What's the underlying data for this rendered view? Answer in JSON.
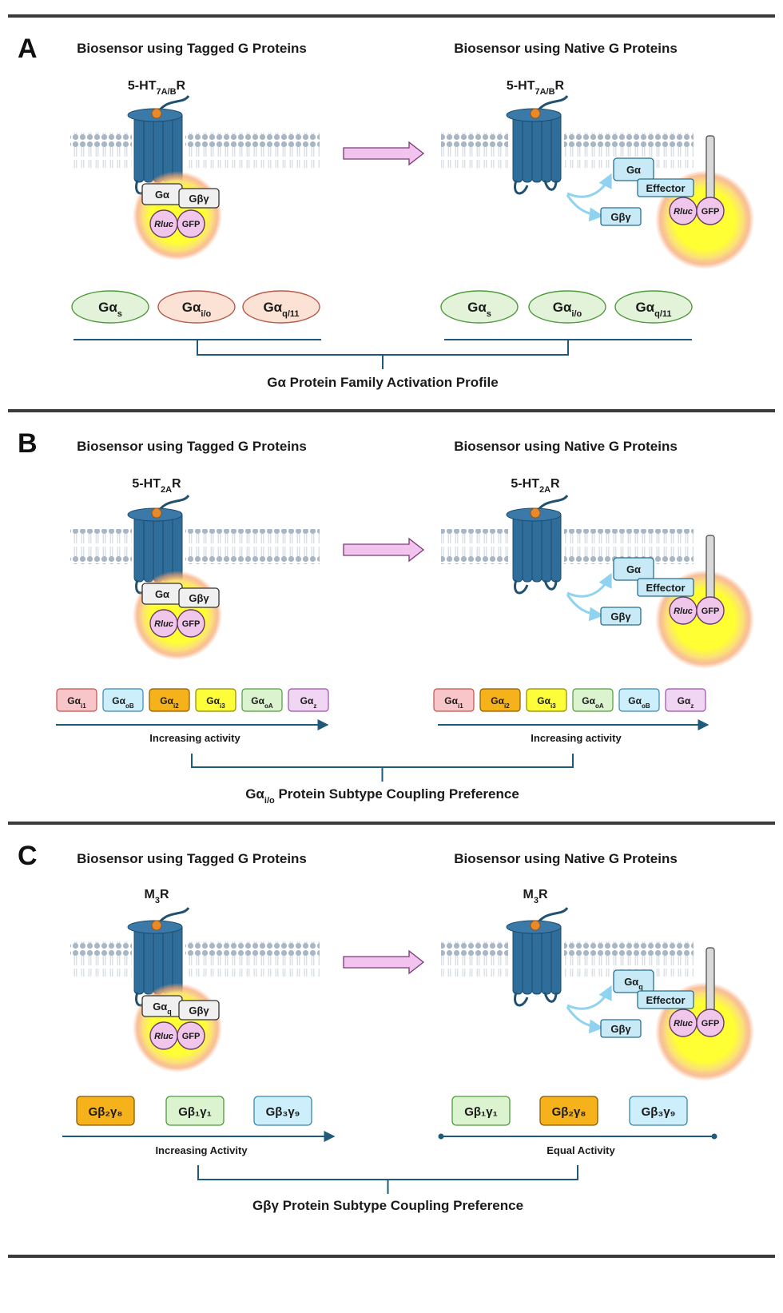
{
  "panels": [
    {
      "letter": "A",
      "tagged_title": "Biosensor using Tagged G Proteins",
      "native_title": "Biosensor using Native G Proteins",
      "receptor": {
        "base": "5-HT",
        "sub": "7A/B",
        "suffix": "R"
      },
      "tagged_ga": {
        "base": "Gα",
        "sub": ""
      },
      "native_ga": {
        "base": "Gα",
        "sub": ""
      },
      "left_items": [
        {
          "base": "Gα",
          "sub": "s",
          "color": "#e3f3d9",
          "stroke": "#4f9a3c"
        },
        {
          "base": "Gα",
          "sub": "i/o",
          "color": "#fbe2d4",
          "stroke": "#b65a4a"
        },
        {
          "base": "Gα",
          "sub": "q/11",
          "color": "#fbe2d4",
          "stroke": "#b65a4a"
        }
      ],
      "right_items": [
        {
          "base": "Gα",
          "sub": "s",
          "color": "#e3f3d9",
          "stroke": "#4f9a3c"
        },
        {
          "base": "Gα",
          "sub": "i/o",
          "color": "#e3f3d9",
          "stroke": "#4f9a3c"
        },
        {
          "base": "Gα",
          "sub": "q/11",
          "color": "#e3f3d9",
          "stroke": "#4f9a3c"
        }
      ],
      "left_axis_label": "",
      "right_axis_label": "",
      "bottom_label": {
        "base": "Gα Protein Family Activation Profile",
        "sub": "",
        "rest": ""
      }
    },
    {
      "letter": "B",
      "tagged_title": "Biosensor using Tagged G Proteins",
      "native_title": "Biosensor using Native G Proteins",
      "receptor": {
        "base": "5-HT",
        "sub": "2A",
        "suffix": "R"
      },
      "tagged_ga": {
        "base": "Gα",
        "sub": ""
      },
      "native_ga": {
        "base": "Gα",
        "sub": ""
      },
      "left_items": [
        {
          "base": "Gα",
          "sub": "i1",
          "color": "#f8c6c8",
          "stroke": "#c0504d"
        },
        {
          "base": "Gα",
          "sub": "oB",
          "color": "#cdeefb",
          "stroke": "#3a87ad"
        },
        {
          "base": "Gα",
          "sub": "i2",
          "color": "#f5b21a",
          "stroke": "#8a5a00"
        },
        {
          "base": "Gα",
          "sub": "i3",
          "color": "#fdfd3a",
          "stroke": "#8a8a00"
        },
        {
          "base": "Gα",
          "sub": "oA",
          "color": "#dcf3d0",
          "stroke": "#4f9a3c"
        },
        {
          "base": "Gα",
          "sub": "z",
          "color": "#f1d6f4",
          "stroke": "#9a4fa6"
        }
      ],
      "right_items": [
        {
          "base": "Gα",
          "sub": "i1",
          "color": "#f8c6c8",
          "stroke": "#c0504d"
        },
        {
          "base": "Gα",
          "sub": "i2",
          "color": "#f5b21a",
          "stroke": "#8a5a00"
        },
        {
          "base": "Gα",
          "sub": "i3",
          "color": "#fdfd3a",
          "stroke": "#8a8a00"
        },
        {
          "base": "Gα",
          "sub": "oA",
          "color": "#dcf3d0",
          "stroke": "#4f9a3c"
        },
        {
          "base": "Gα",
          "sub": "oB",
          "color": "#cdeefb",
          "stroke": "#3a87ad"
        },
        {
          "base": "Gα",
          "sub": "z",
          "color": "#f1d6f4",
          "stroke": "#9a4fa6"
        }
      ],
      "left_axis_label": "Increasing activity",
      "right_axis_label": "Increasing activity",
      "bottom_label": {
        "base": "Gα",
        "sub": "i/o",
        "rest": " Protein Subtype Coupling Preference"
      }
    },
    {
      "letter": "C",
      "tagged_title": "Biosensor using Tagged G Proteins",
      "native_title": "Biosensor using Native G Proteins",
      "receptor": {
        "base": "M",
        "sub": "3",
        "suffix": "R"
      },
      "tagged_ga": {
        "base": "Gα",
        "sub": "q"
      },
      "native_ga": {
        "base": "Gα",
        "sub": "q"
      },
      "left_items": [
        {
          "label": "Gβ₂γ₈",
          "color": "#f5b21a",
          "stroke": "#8a5a00"
        },
        {
          "label": "Gβ₁γ₁",
          "color": "#dcf3d0",
          "stroke": "#4f9a3c"
        },
        {
          "label": "Gβ₃γ₉",
          "color": "#cdeefb",
          "stroke": "#3a87ad"
        }
      ],
      "right_items": [
        {
          "label": "Gβ₁γ₁",
          "color": "#dcf3d0",
          "stroke": "#4f9a3c"
        },
        {
          "label": "Gβ₂γ₈",
          "color": "#f5b21a",
          "stroke": "#8a5a00"
        },
        {
          "label": "Gβ₃γ₉",
          "color": "#cdeefb",
          "stroke": "#3a87ad"
        }
      ],
      "left_axis_label": "Increasing Activity",
      "right_axis_label": "Equal Activity",
      "bottom_label": {
        "base": "Gβγ Protein Subtype Coupling Preference",
        "sub": "",
        "rest": ""
      }
    }
  ],
  "protein_labels": {
    "gbg": "Gβγ",
    "rluc": "Rluc",
    "gfp": "GFP",
    "effector": "Effector"
  },
  "colors": {
    "receptor": "#2f6d9a",
    "membrane": "#a9b7c6",
    "arrow": "#f2c3ee",
    "glow_yellow": "#ffff33",
    "glow_orange": "#f29a6a",
    "circle_pink": "#f0c6ea",
    "native_box": "#c7eaf6",
    "divider": "#3b3b3b",
    "axis": "#1f5a7a"
  }
}
